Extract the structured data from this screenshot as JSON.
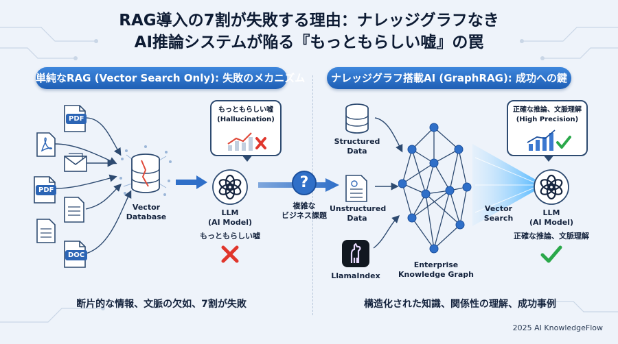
{
  "title_line1": "RAG導入の7割が失敗する理由：ナレッジグラフなき",
  "title_line2": "AI推論システムが陥る『もっともらしい嘘』の罠",
  "left": {
    "header": "単純なRAG (Vector Search Only): 失敗のメカニズム",
    "doc_tags": [
      "PDF",
      "PDF",
      "DOC"
    ],
    "db_label": "Vector\nDatabase",
    "bubble_line1": "もっともらしい嘘",
    "bubble_line2": "(Hallucination)",
    "llm_label1": "LLM",
    "llm_label2": "(AI Model)",
    "llm_result": "もっともらしい嘘",
    "bottom": "断片的な情報、文脈の欠如、7割が失敗"
  },
  "middle": {
    "question_mark": "?",
    "label1": "複雑な",
    "label2": "ビジネス課題"
  },
  "right": {
    "header": "ナレッジグラフ搭載AI (GraphRAG): 成功への鍵",
    "structured_label1": "Structured",
    "structured_label2": "Data",
    "unstructured_label1": "Unstructured",
    "unstructured_label2": "Data",
    "llamaindex_label": "LlamaIndex",
    "graph_label1": "Enterprise",
    "graph_label2": "Knowledge Graph",
    "vector_search1": "Vector",
    "vector_search2": "Search",
    "bubble_line1": "正確な推論、文脈理解",
    "bubble_line2": "(High Precision)",
    "llm_label1": "LLM",
    "llm_label2": "(AI Model)",
    "llm_result": "正確な推論、文脈理解",
    "bottom": "構造化された知識、関係性の理解、成功事例"
  },
  "footer": "2025 AI KnowledgeFlow",
  "colors": {
    "accent": "#2563c4",
    "fail": "#e0362c",
    "success": "#2aa84a",
    "chart_red": "#e04a3a",
    "chart_blue": "#3b78d0"
  }
}
